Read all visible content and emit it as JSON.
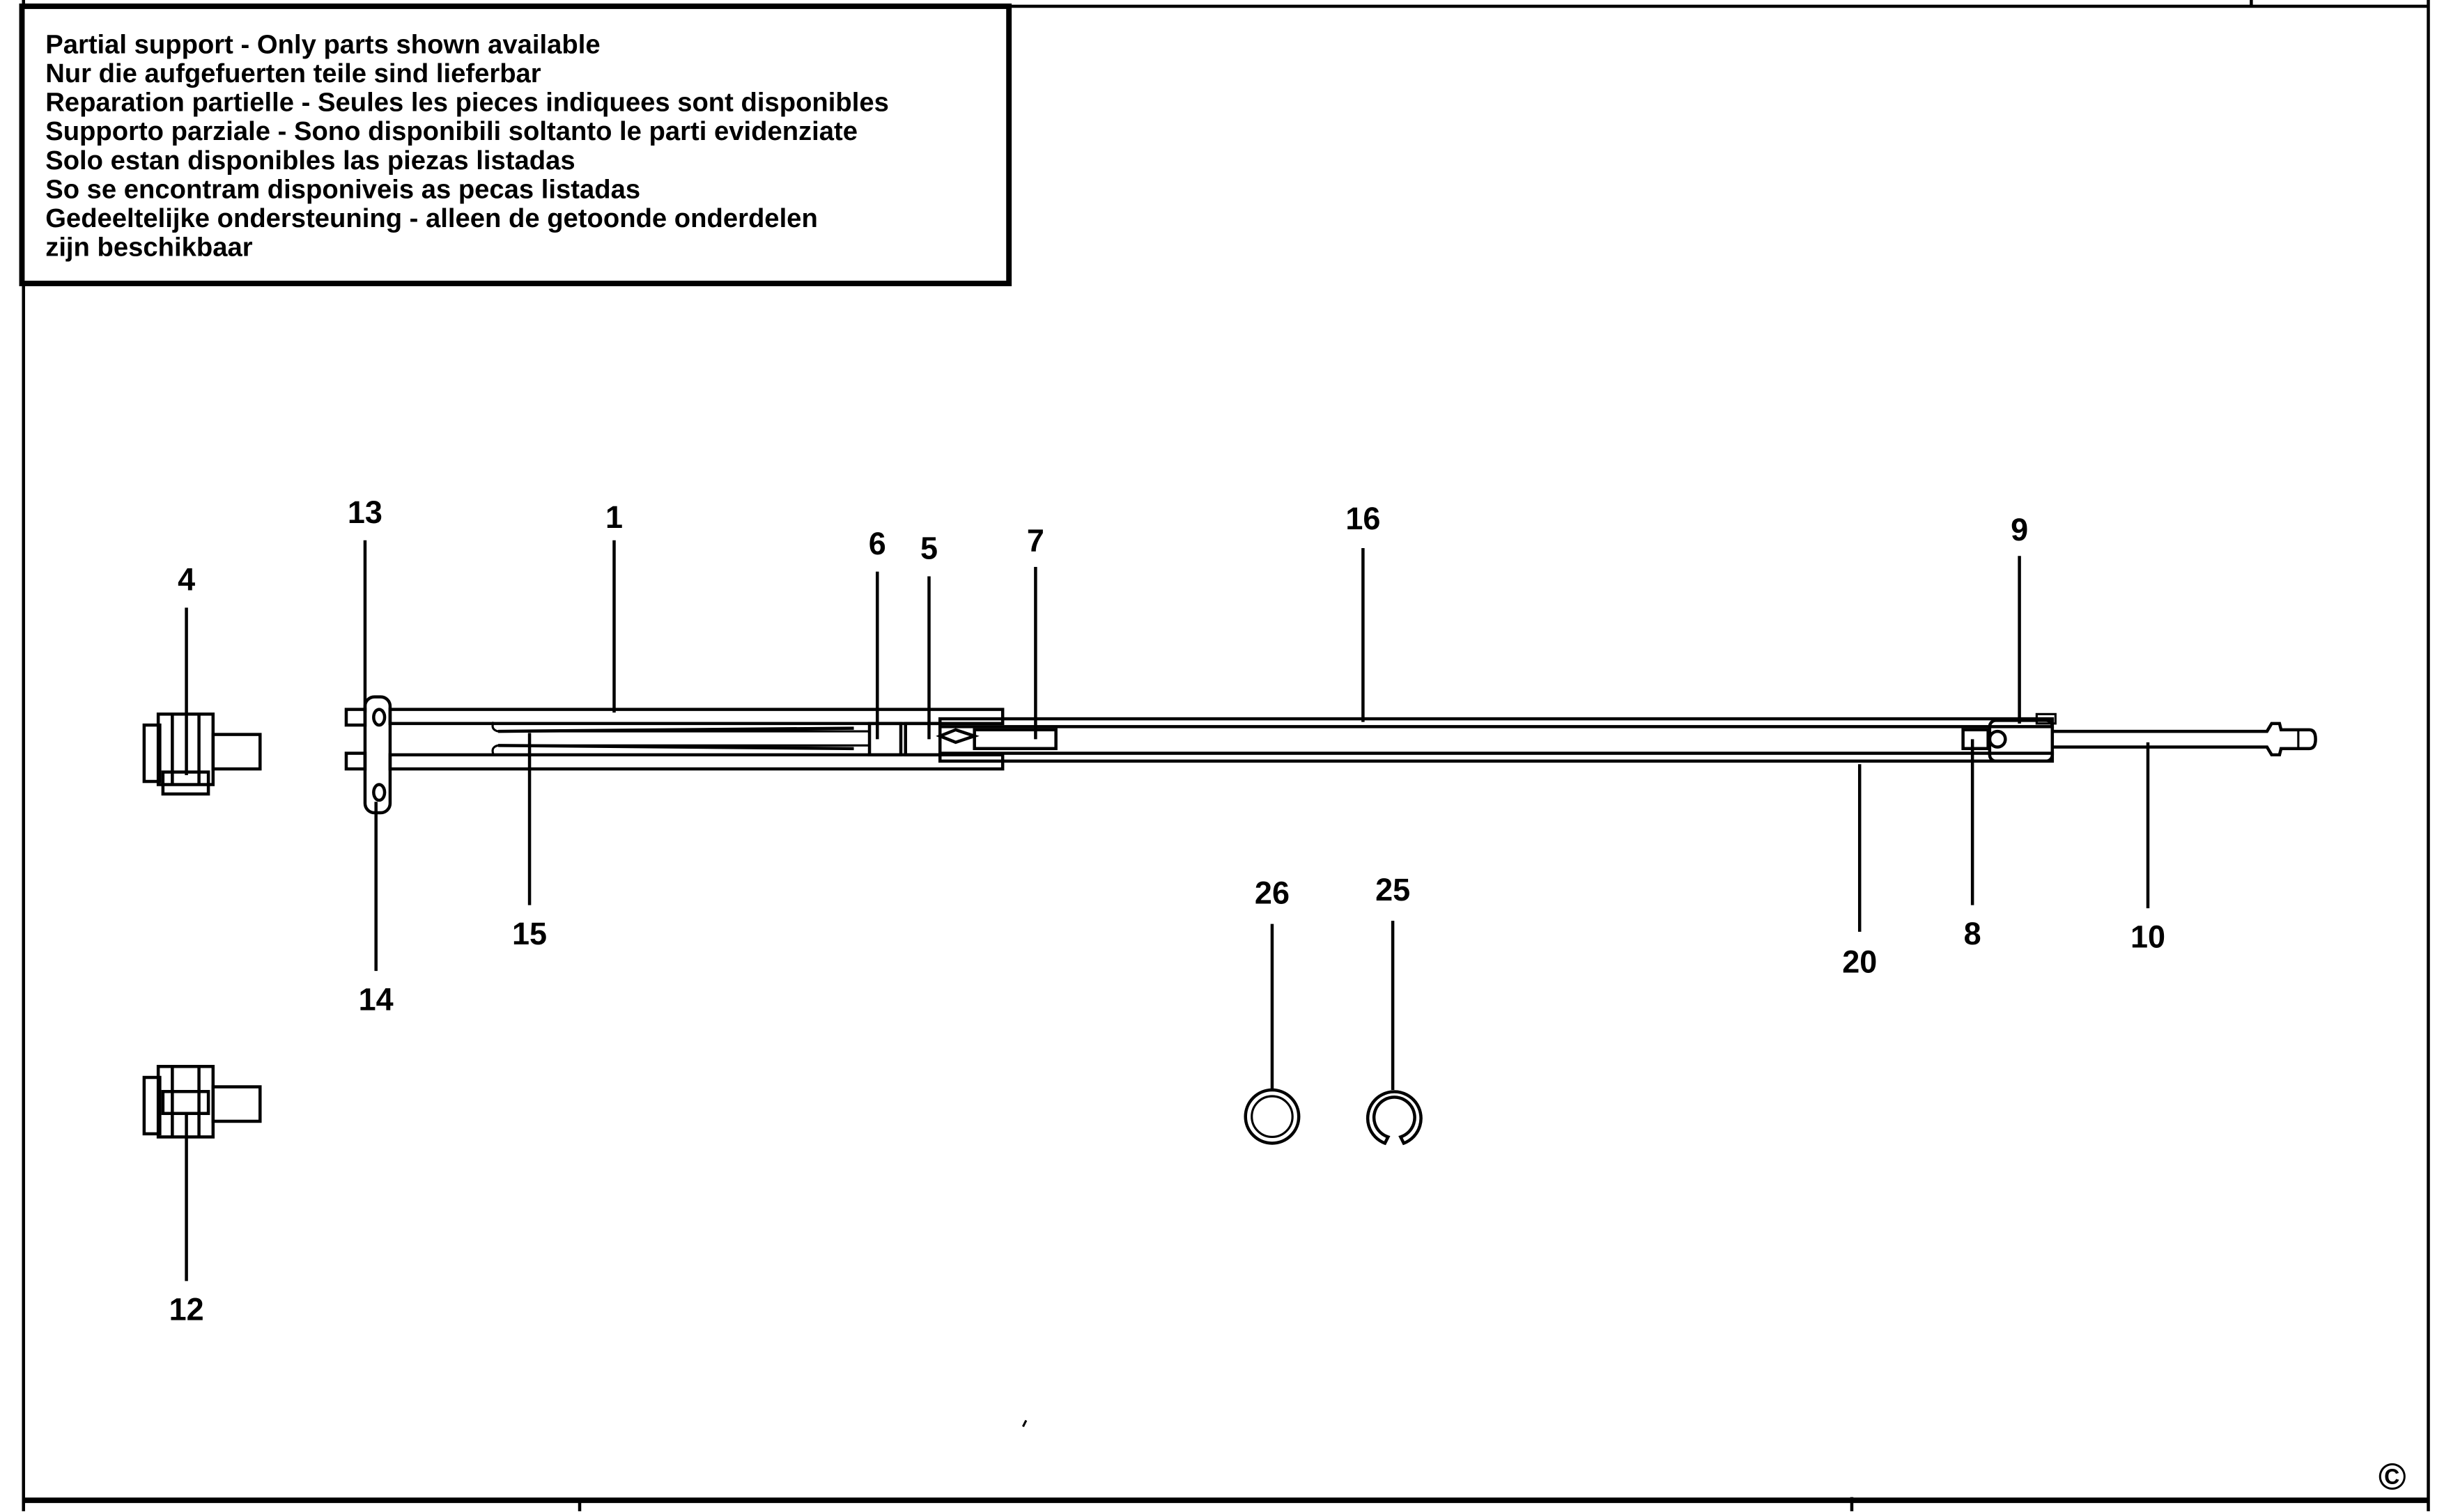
{
  "notice": {
    "lines": [
      "Partial support - Only parts shown available",
      "Nur die aufgefuerten teile sind lieferbar",
      "Reparation partielle - Seules les pieces indiquees sont disponibles",
      "Supporto parziale - Sono disponibili soltanto le parti evidenziate",
      "Solo estan disponibles las piezas listadas",
      "So se encontram disponiveis as pecas listadas",
      "Gedeeltelijke ondersteuning - alleen de getoonde onderdelen",
      "zijn beschikbaar"
    ]
  },
  "callouts": {
    "c13": "13",
    "c1": "1",
    "c6": "6",
    "c5": "5",
    "c7": "7",
    "c16": "16",
    "c9": "9",
    "c4": "4",
    "c15": "15",
    "c14": "14",
    "c20": "20",
    "c8": "8",
    "c10": "10",
    "c26": "26",
    "c25": "25",
    "c12": "12"
  },
  "copyright": "©"
}
